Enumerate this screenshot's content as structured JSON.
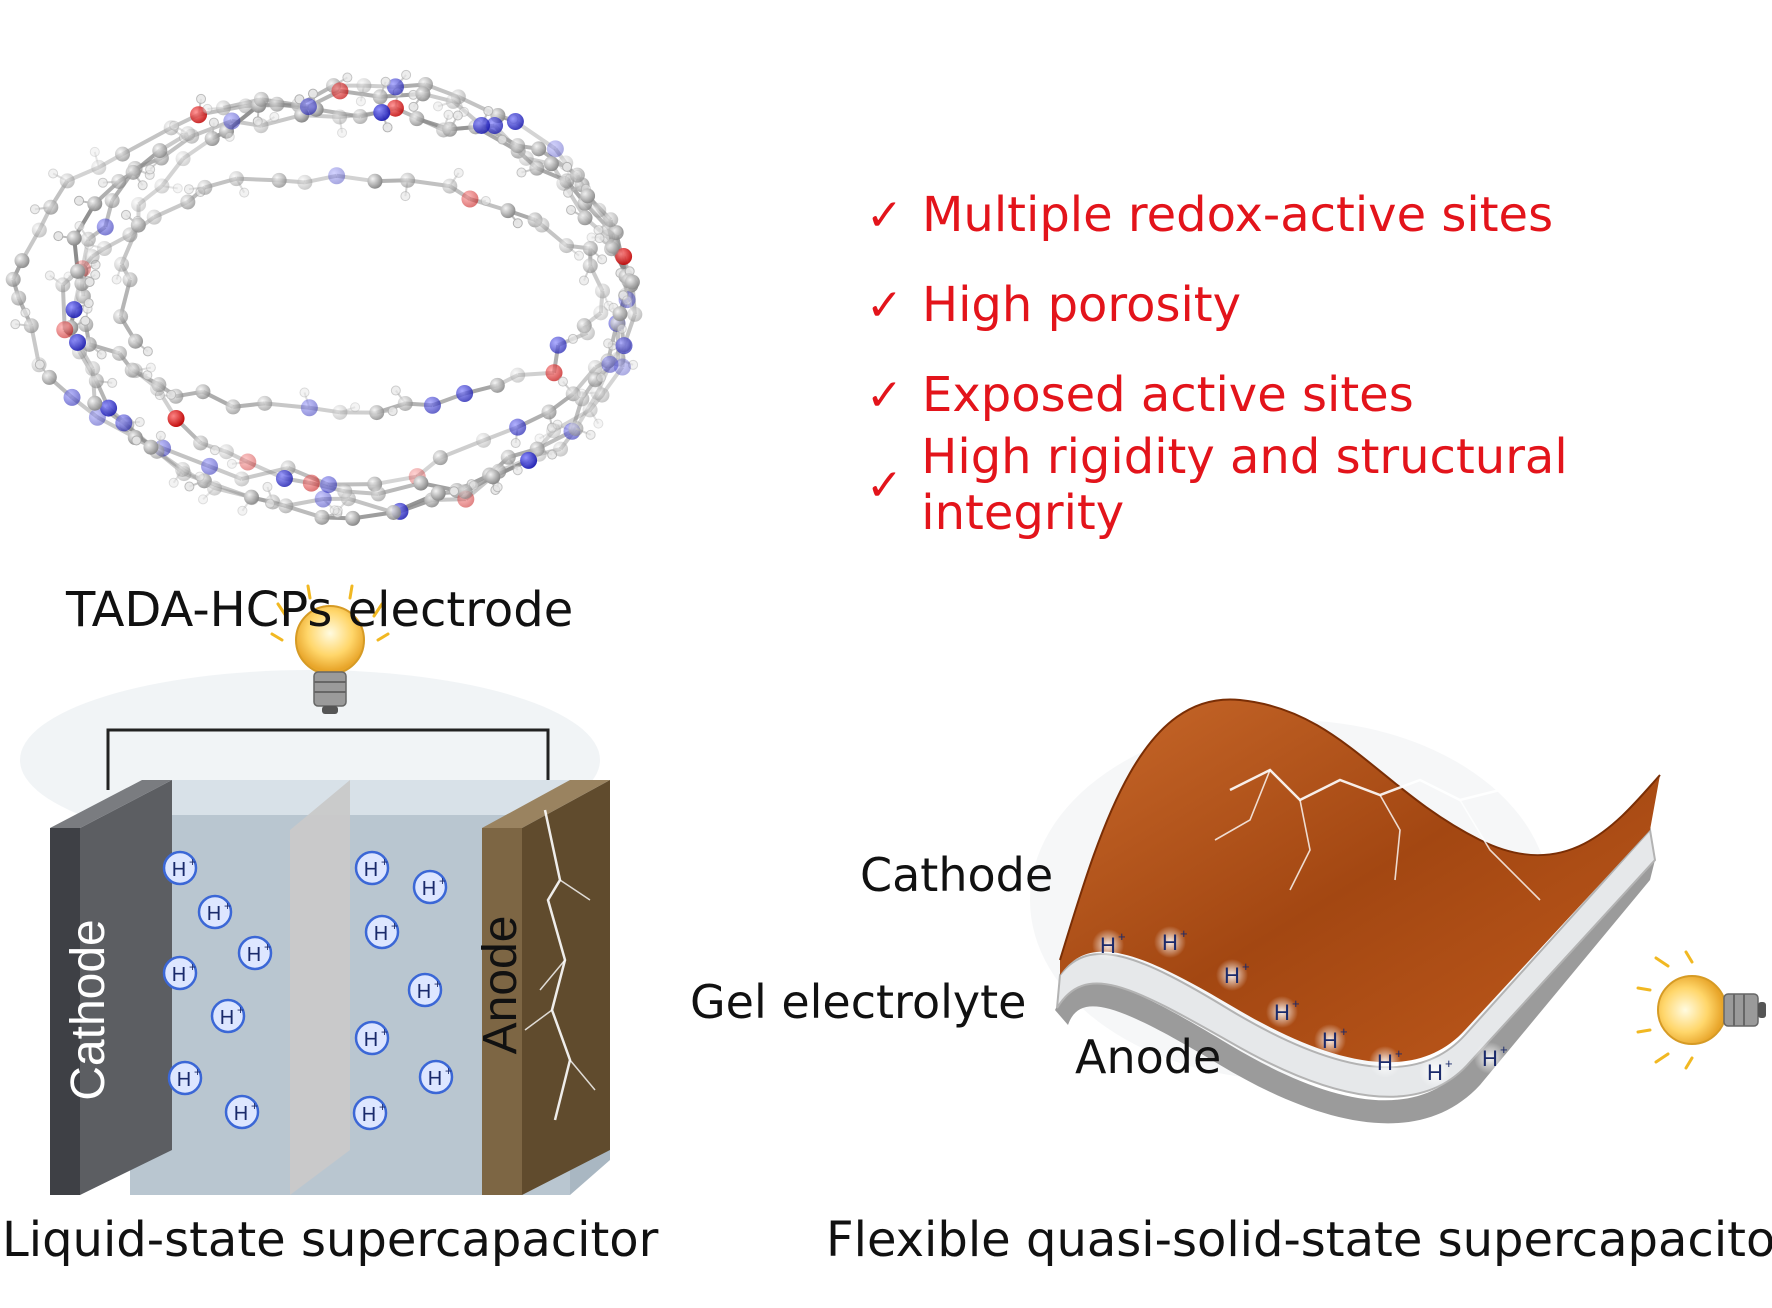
{
  "molecule": {
    "caption": "TADA-HCPs electrode"
  },
  "features": [
    "Multiple redox-active sites",
    "High porosity",
    "Exposed active sites",
    "High rigidity and structural integrity"
  ],
  "liquid_cell": {
    "caption": "Liquid-state supercapacitor",
    "cathode_label": "Cathode",
    "anode_label": "Anode",
    "ion_label": "H",
    "ion_charge": "+"
  },
  "flexible_cell": {
    "caption": "Flexible quasi-solid-state supercapacitor",
    "cathode_label": "Cathode",
    "electrolyte_label": "Gel electrolyte",
    "anode_label": "Anode",
    "ion_label": "H",
    "ion_charge": "+"
  },
  "colors": {
    "feature_text": "#e3141b",
    "cathode_plate": "#5c5e62",
    "anode_plate": "#7d6644",
    "electrolyte": "#b9c6d0",
    "separator": "#c9c9c9",
    "flex_cathode": "#b65414",
    "ion_circle": "#3b67d6"
  },
  "icons": [
    "lightbulb-icon",
    "check-icon",
    "lightning-icon"
  ]
}
